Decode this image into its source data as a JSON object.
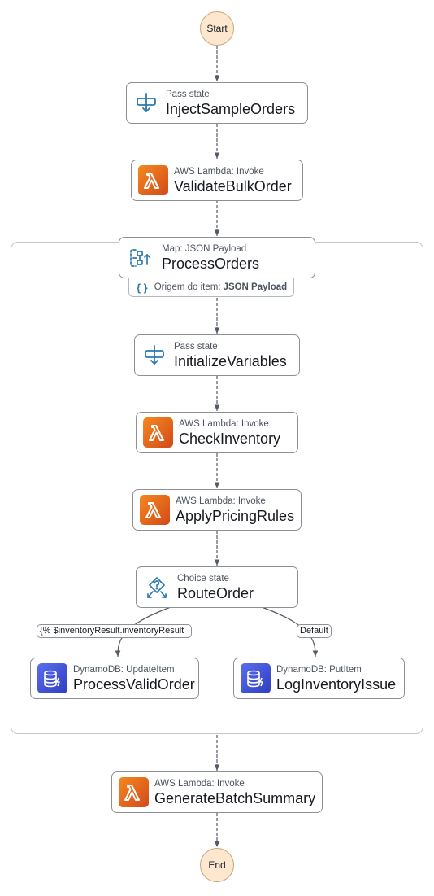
{
  "start": "Start",
  "end": "End",
  "states": {
    "inject": {
      "type": "Pass state",
      "name": "InjectSampleOrders"
    },
    "validate": {
      "type": "AWS Lambda: Invoke",
      "name": "ValidateBulkOrder"
    },
    "process": {
      "type": "Map: JSON Payload",
      "name": "ProcessOrders"
    },
    "init": {
      "type": "Pass state",
      "name": "InitializeVariables"
    },
    "check": {
      "type": "AWS Lambda: Invoke",
      "name": "CheckInventory"
    },
    "pricing": {
      "type": "AWS Lambda: Invoke",
      "name": "ApplyPricingRules"
    },
    "route": {
      "type": "Choice state",
      "name": "RouteOrder"
    },
    "valid": {
      "type": "DynamoDB: UpdateItem",
      "name": "ProcessValidOrder"
    },
    "log": {
      "type": "DynamoDB: PutItem",
      "name": "LogInventoryIssue"
    },
    "summary": {
      "type": "AWS Lambda: Invoke",
      "name": "GenerateBatchSummary"
    }
  },
  "item_source": {
    "label": "Origem do item:",
    "value": "JSON Payload"
  },
  "choice_labels": {
    "condition": "{% $inventoryResult.inventoryResult",
    "default": "Default"
  },
  "colors": {
    "terminal_fill": "#fde8cf",
    "lambda": "#e8701a",
    "dynamodb": "#3b48cc",
    "flow_icon": "#2a7ab0",
    "edge": "#545b64"
  },
  "icons": {
    "pass": "pass-state-icon",
    "lambda": "lambda-icon",
    "map": "map-state-icon",
    "choice": "choice-state-icon",
    "dynamodb": "dynamodb-icon"
  }
}
